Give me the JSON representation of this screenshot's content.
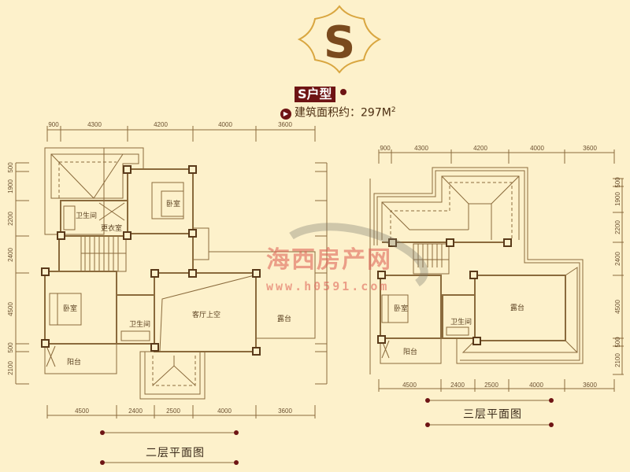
{
  "header": {
    "logo_letter": "S",
    "unit_type": "S户型",
    "area_label": "建筑面积约：",
    "area_value": "297M",
    "area_sup": "2"
  },
  "colors": {
    "background": "#fdf1cb",
    "line": "#8a6a3c",
    "accent": "#6e1414",
    "logo": "#7a4a1e"
  },
  "floor2": {
    "caption": "二层平面图",
    "top_dims": [
      "900",
      "4300",
      "4200",
      "4000",
      "3600"
    ],
    "bottom_dims": [
      "4500",
      "2400",
      "2500",
      "4000",
      "3600"
    ],
    "side_dims": [
      "500",
      "1900",
      "2200",
      "2400",
      "4500",
      "500",
      "2100"
    ],
    "rooms": {
      "bath_upper": "卫生间",
      "closet": "更衣室",
      "bedroom_upper": "卧室",
      "bedroom_left": "卧室",
      "bath_lower": "卫生间",
      "living_void": "客厅上空",
      "terrace": "露台",
      "balcony": "阳台"
    }
  },
  "floor3": {
    "caption": "三层平面图",
    "top_dims": [
      "900",
      "4300",
      "4200",
      "4000",
      "3600"
    ],
    "bottom_dims": [
      "4500",
      "2400",
      "2500",
      "4000",
      "3600"
    ],
    "side_dims": [
      "500",
      "1900",
      "2200",
      "2400",
      "4500",
      "500",
      "2100"
    ],
    "rooms": {
      "bedroom": "卧室",
      "bath": "卫生间",
      "terrace": "露台",
      "balcony": "阳台"
    }
  },
  "watermark": {
    "name": "海西房产网",
    "url": "www.h0591.com"
  }
}
